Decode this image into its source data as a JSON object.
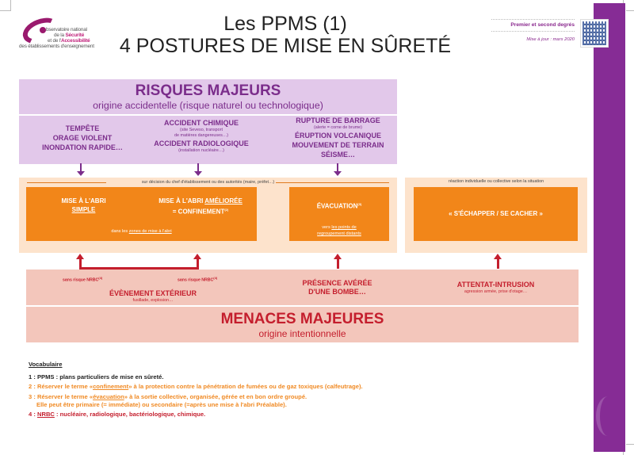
{
  "logo": {
    "line1": "bservatoire national",
    "line2_pre": "de la ",
    "line2_bold": "Sécurité",
    "line3_pre": "et de l'",
    "line3_bold": "Accessibilité",
    "line4": "des établissements d'enseignement"
  },
  "title": {
    "line1": "Les PPMS (1)",
    "line2": "4 POSTURES DE MISE EN SÛRETÉ"
  },
  "header_right": {
    "level": "Premier et second degrés",
    "update": "Mise à jour : mars 2020",
    "qr_icon": "qr-code"
  },
  "colors": {
    "purple": "#7b2d8b",
    "band": "#862c95",
    "lilac": "#e2c8ea",
    "orange": "#f28619",
    "peach": "#fde3cc",
    "red": "#c41e2d",
    "pink": "#f3c6bb"
  },
  "risques": {
    "title": "RISQUES MAJEURS",
    "subtitle": "origine accidentelle (risque naturel ou technologique)",
    "col1": [
      "TEMPÊTE",
      "ORAGE VIOLENT",
      "INONDATION RAPIDE…"
    ],
    "col2": {
      "chem": "ACCIDENT CHIMIQUE",
      "chem_note1": "(site Seveso, transport",
      "chem_note2": "de matières dangereuses…)",
      "radio": "ACCIDENT RADIOLOGIQUE",
      "radio_note": "(installation nucléaire…)"
    },
    "col3": {
      "dam": "RUPTURE DE BARRAGE",
      "dam_note": "(alerte = corne de brume)",
      "volcano": "ÉRUPTION VOLCANIQUE",
      "terrain": "MOUVEMENT DE TERRAIN",
      "seisme": "SÉISME…"
    }
  },
  "postures": {
    "decision": "sur décision du chef d'établissement ou des autorités (maire, préfet…)",
    "reaction": "réaction individuelle ou collective selon la situation",
    "abri_simple": {
      "line1": "MISE À L'ABRI",
      "line2": "SIMPLE"
    },
    "abri_ameliore": {
      "pre": "MISE À L'ABRI ",
      "under": "AMÉLIORÉE",
      "line2": "= CONFINEMENT",
      "sup": "(2)"
    },
    "zones": {
      "pre": "dans les ",
      "link": "zones de mise à l'abri"
    },
    "evacuation": {
      "label": "ÉVACUATION",
      "sup": "(3)",
      "pre": "vers ",
      "link1": "les points de",
      "link2": "regroupement distants"
    },
    "echapper": "« S'ÉCHAPPER /  SE CACHER »"
  },
  "menaces": {
    "nrbc_left": "sans risque NRBC",
    "nrbc_right": "sans risque NRBC",
    "nrbc_sup": "(4)",
    "exterieur": "ÉVÈNEMENT EXTÉRIEUR",
    "exterieur_note": "fusillade, explosion…",
    "bombe1": "PRÉSENCE AVÉRÉE",
    "bombe2": "D'UNE BOMBE…",
    "intrusion": "ATTENTAT-INTRUSION",
    "intrusion_note": "agression armée, prise d'otage…",
    "title": "MENACES MAJEURES",
    "subtitle": "origine intentionnelle"
  },
  "vocab": {
    "title": "Vocabulaire",
    "v1": "1 : PPMS : plans particuliers de mise en sûreté.",
    "v2_pre": "2 : Réserver le terme «",
    "v2_term": "confinement",
    "v2_post": "» à la protection contre la pénétration de fumées ou de gaz toxiques (calfeutrage).",
    "v3_pre": "3 : Réserver le terme «",
    "v3_term": "évacuation",
    "v3_post": "» à la sortie collective, organisée, gérée et en bon ordre groupé.",
    "v3_line2": "Elle peut être primaire (= immédiate) ou secondaire (=après une mise à l'abri Préalable).",
    "v4_pre": "4 : ",
    "v4_term": "NRBC",
    "v4_post": " : nucléaire, radiologique, bactériologique, chimique."
  }
}
